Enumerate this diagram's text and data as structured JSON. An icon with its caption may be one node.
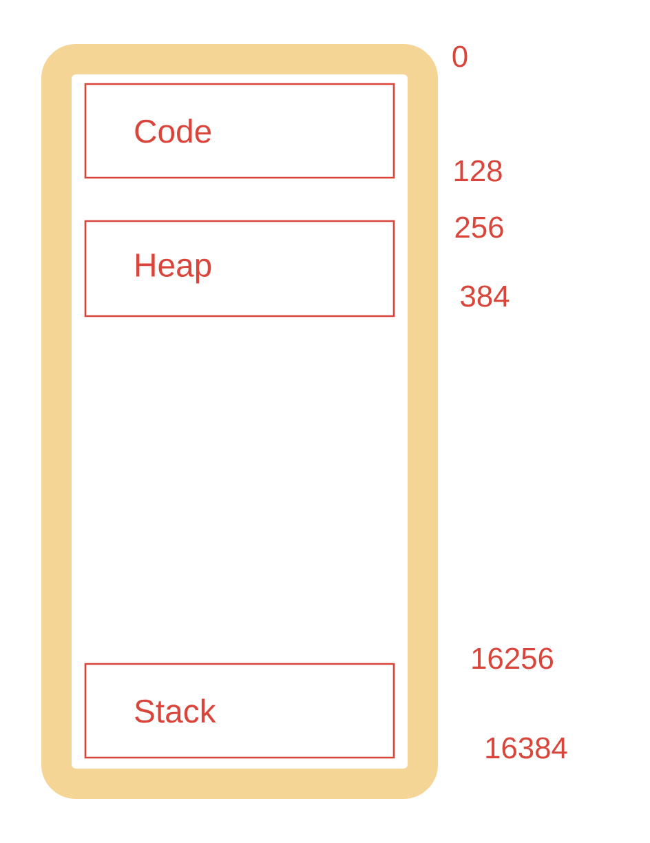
{
  "diagram": {
    "nodes": [
      {
        "text": [],
        "shape": "box"
      },
      {
        "text": [
          "Code"
        ],
        "in": 0
      },
      {
        "text": [
          "Heap"
        ],
        "in": 0
      },
      {
        "text": [
          "Stack"
        ],
        "in": 0
      }
    ],
    "labels": [
      "0",
      "128",
      "256",
      "384",
      "16256",
      "16384"
    ]
  }
}
